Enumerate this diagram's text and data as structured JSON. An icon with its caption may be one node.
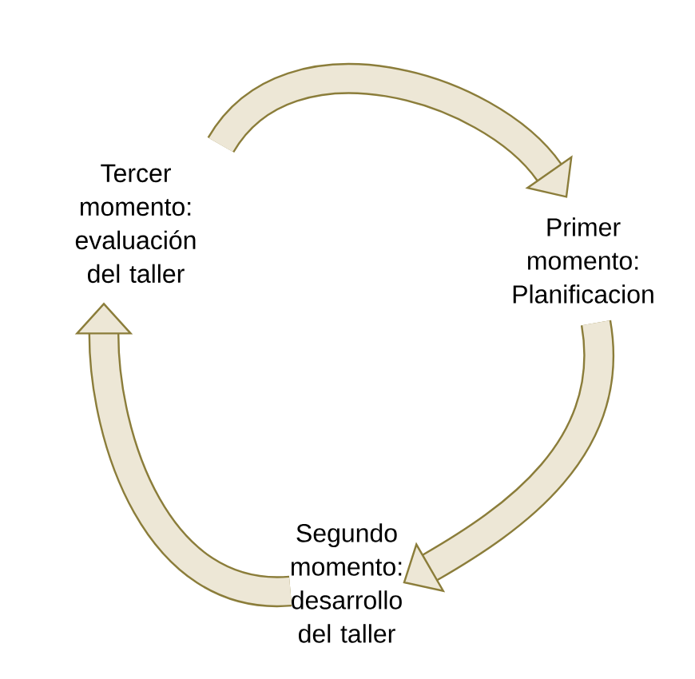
{
  "diagram": {
    "nodes": [
      {
        "text": [
          "Primer momento: Planificacion"
        ]
      },
      {
        "text": [
          "Segundo momento: desarrollo del taller"
        ]
      },
      {
        "text": [
          "Tercer momento: evaluación del taller"
        ]
      }
    ],
    "edges": [
      {
        "from": 2,
        "to": 0,
        "arrow": "to"
      },
      {
        "from": 0,
        "to": 1,
        "arrow": "to"
      },
      {
        "from": 1,
        "to": 2,
        "arrow": "to"
      }
    ]
  }
}
